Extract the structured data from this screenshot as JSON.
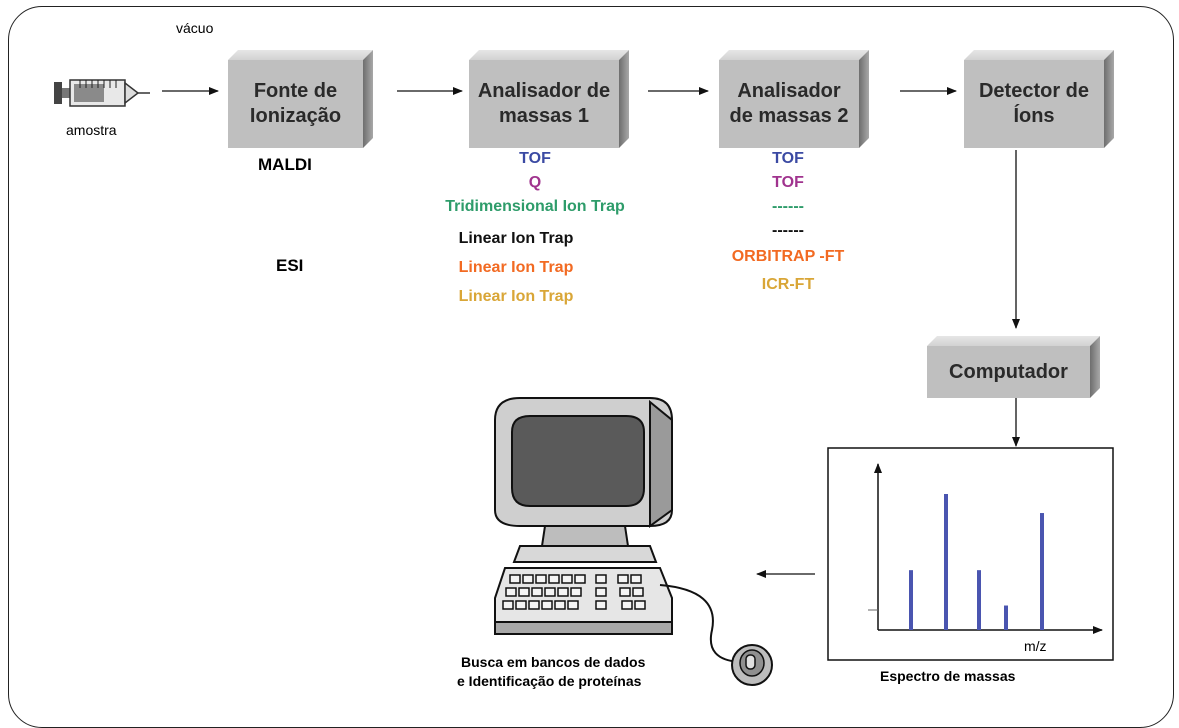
{
  "labels": {
    "vacuum": "vácuo",
    "sample": "amostra",
    "maldi": "MALDI",
    "esi": "ESI",
    "spectrum_caption": "Espectro de massas",
    "mz": "m/z",
    "search_line1": "Busca em bancos de dados",
    "search_line2": "e Identificação de proteínas"
  },
  "boxes": {
    "source": "Fonte de\nIonização",
    "analyzer1": "Analisador de\nmassas 1",
    "analyzer2": "Analisador\nde massas 2",
    "detector": "Detector de\nÍons",
    "computer": "Computador"
  },
  "analyzer1_list": [
    {
      "text": "TOF",
      "color": "#3b4aa3"
    },
    {
      "text": "Q",
      "color": "#a0338e"
    },
    {
      "text": "Tridimensional Ion Trap",
      "color": "#2e9c6a"
    },
    {
      "text": "Linear Ion Trap",
      "color": "#111111"
    },
    {
      "text": "Linear Ion Trap",
      "color": "#f26a22"
    },
    {
      "text": "Linear Ion Trap",
      "color": "#d9a637"
    }
  ],
  "analyzer2_list": [
    {
      "text": "TOF",
      "color": "#3b4aa3"
    },
    {
      "text": "TOF",
      "color": "#a0338e"
    },
    {
      "text": "------",
      "color": "#2e9c6a"
    },
    {
      "text": "------",
      "color": "#111111"
    },
    {
      "text": "ORBITRAP -FT",
      "color": "#f26a22"
    },
    {
      "text": "ICR-FT",
      "color": "#d9a637"
    }
  ],
  "spectrum_peaks": [
    0.44,
    1.0,
    0.44,
    0.18,
    0.86
  ],
  "colors": {
    "peak": "#4a55b0",
    "box_face": "#bfbfbf"
  }
}
